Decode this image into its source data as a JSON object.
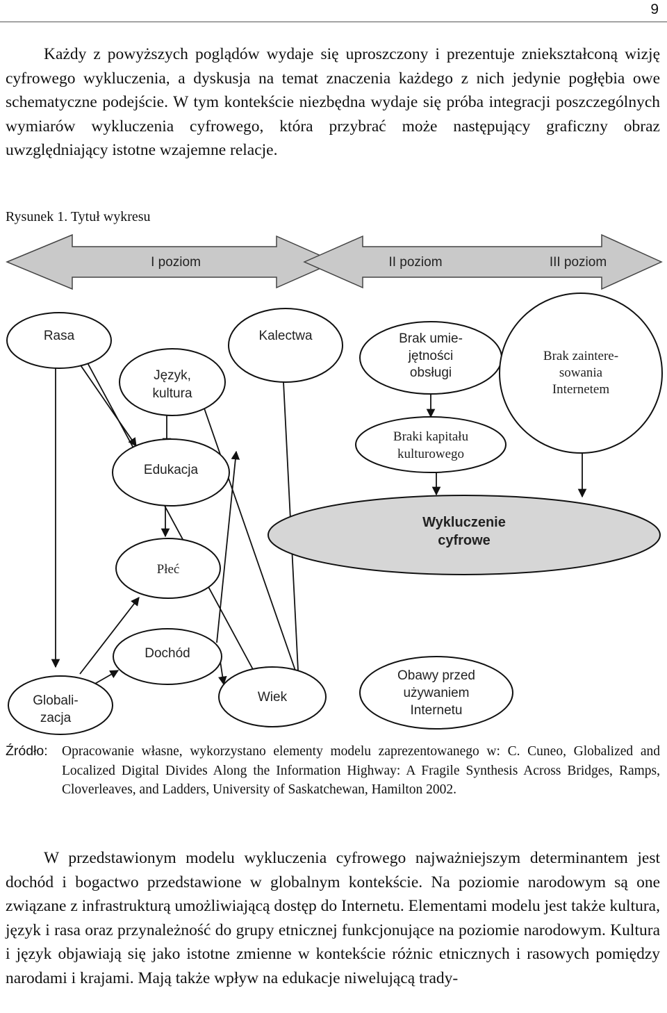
{
  "page": {
    "number": "9"
  },
  "intro_paragraph": "Każdy z powyższych poglądów wydaje się uproszczony i prezentuje zniekształconą wizję cyfrowego wykluczenia, a dyskusja na temat znaczenia każdego z nich jedynie pogłębia owe schematyczne podejście. W tym kontekście niezbędna wydaje się próba integracji poszczególnych wymiarów wykluczenia cyfrowego, która przybrać może następujący graficzny obraz uwzględniający istotne wzajemne relacje.",
  "figure": {
    "caption": "Rysunek 1. Tytuł wykresu",
    "levels": [
      "I poziom",
      "II poziom",
      "III poziom"
    ],
    "nodes": {
      "rasa": [
        "Rasa"
      ],
      "jezyk": [
        "Język,",
        "kultura"
      ],
      "kalectwa": [
        "Kalectwa"
      ],
      "brak_umiejetnosci": [
        "Brak umie-",
        "jętności",
        "obsługi"
      ],
      "brak_zainteresowania": [
        "Brak zaintere-",
        "sowania",
        "Internetem"
      ],
      "edukacja": [
        "Edukacja"
      ],
      "braki_kapitalu": [
        "Braki kapitału",
        "kulturowego"
      ],
      "wykluczenie": [
        "Wykluczenie",
        "cyfrowe"
      ],
      "plec": [
        "Płeć"
      ],
      "dochod": [
        "Dochód"
      ],
      "globalizacja": [
        "Globali-",
        "zacja"
      ],
      "wiek": [
        "Wiek"
      ],
      "obawy": [
        "Obawy przed",
        "używaniem",
        "Internetu"
      ]
    }
  },
  "source": {
    "label": "Źródło:",
    "text": "Opracowanie własne, wykorzystano elementy modelu zaprezentowanego w: C. Cuneo, Globalized and Localized Digital Divides Along the Information Highway: A Fragile Synthesis Across Bridges, Ramps, Cloverleaves, and Ladders, University of Saskatchewan, Hamilton 2002."
  },
  "body_paragraph": "W przedstawionym modelu wykluczenia cyfrowego najważniejszym determinantem jest dochód i bogactwo przedstawione w globalnym kontekście. Na poziomie narodowym są one związane z infrastrukturą umożliwiającą dostęp do Internetu. Elementami modelu jest także kultura, język i rasa oraz przynależność do grupy etnicznej funkcjonujące na poziomie narodowym. Kultura i język objawiają się jako istotne zmienne w kontekście różnic etnicznych i rasowych pomiędzy narodami i krajami. Mają także wpływ na edukacje niwelującą trady-"
}
